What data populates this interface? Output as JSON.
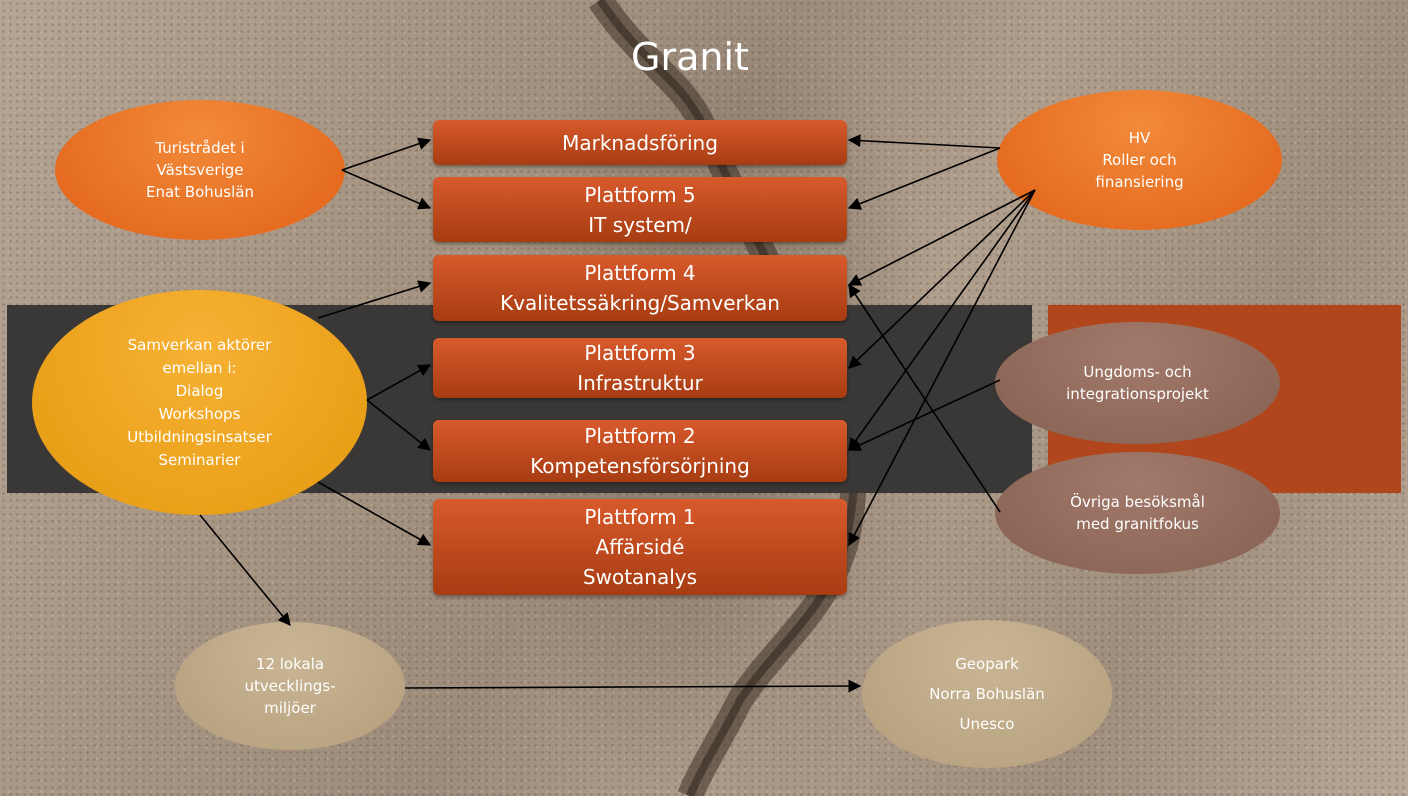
{
  "title": "Granit",
  "platforms": {
    "marknadsforing": [
      "Marknadsföring"
    ],
    "plattform5": [
      "Plattform 5",
      "IT system/"
    ],
    "plattform4": [
      "Plattform 4",
      "Kvalitetssäkring/Samverkan"
    ],
    "plattform3": [
      "Plattform 3",
      "Infrastruktur"
    ],
    "plattform2": [
      "Plattform 2",
      "Kompetensförsörjning"
    ],
    "plattform1": [
      "Plattform 1",
      "Affärsidé",
      "Swotanalys"
    ]
  },
  "ellipses": {
    "turistradet": [
      "Turistrådet i",
      "Västsverige",
      "Enat Bohuslän"
    ],
    "samverkan": [
      "Samverkan aktörer",
      "emellan i:",
      "Dialog",
      "Workshops",
      "Utbildningsinsatser",
      "Seminarier"
    ],
    "hv": [
      "HV",
      "Roller och",
      "finansiering"
    ],
    "ungdoms": [
      "Ungdoms- och",
      "integrationsprojekt"
    ],
    "ovriga": [
      "Övriga besöksmål",
      "med granitfokus"
    ],
    "lokala": [
      "12 lokala",
      "utvecklings-",
      "miljöer"
    ],
    "geopark": [
      "Geopark",
      "Norra Bohuslän",
      "Unesco"
    ]
  },
  "colors": {
    "platform_box": "#c04a1c",
    "orange_ellipse": "#e86b1f",
    "yellow_ellipse": "#f0a622",
    "brown_ellipse": "#92695a",
    "tan_ellipse": "#bfa886",
    "dark_band": "#3a3836",
    "orange_rect": "#b1461c"
  }
}
